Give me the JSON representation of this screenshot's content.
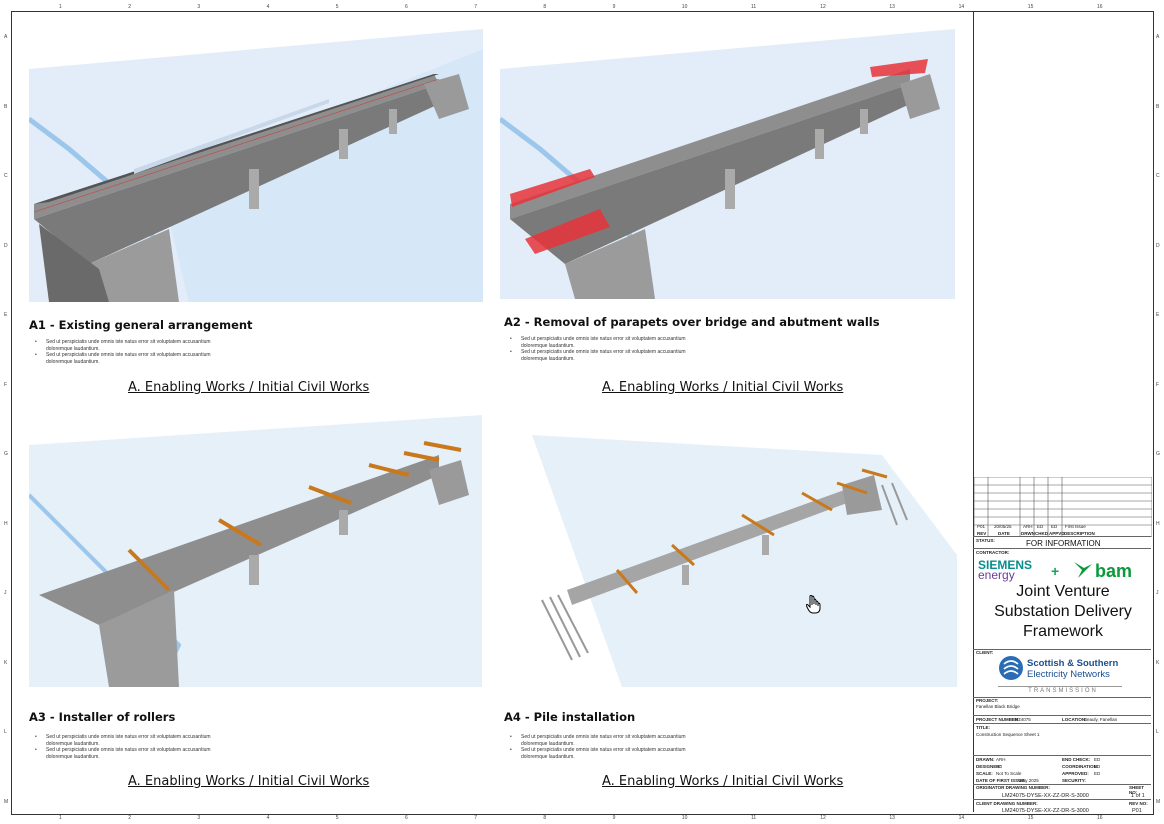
{
  "border": {
    "columns": [
      "1",
      "2",
      "3",
      "4",
      "5",
      "6",
      "7",
      "8",
      "9",
      "10",
      "11",
      "12",
      "13",
      "14",
      "15",
      "16"
    ],
    "rows": [
      "A",
      "B",
      "C",
      "D",
      "E",
      "F",
      "G",
      "H",
      "J",
      "K",
      "L",
      "M"
    ]
  },
  "panels": [
    {
      "title": "A1 - Existing general arrangement",
      "bullets": [
        "Sed ut perspiciatis unde omnis iste natus error sit voluptatem accusantium doloremque laudantium.",
        "Sed ut perspiciatis unde omnis iste natus error sit voluptatem accusantium doloremque laudantium."
      ],
      "section": "A. Enabling Works / Initial Civil Works"
    },
    {
      "title": "A2 - Removal of parapets over bridge and abutment walls",
      "bullets": [
        "Sed ut perspiciatis unde omnis iste natus error sit voluptatem accusantium doloremque laudantium.",
        "Sed ut perspiciatis unde omnis iste natus error sit voluptatem accusantium doloremque laudantium."
      ],
      "section": "A. Enabling Works / Initial Civil Works"
    },
    {
      "title": "A3 - Installer of rollers",
      "bullets": [
        "Sed ut perspiciatis unde omnis iste natus error sit voluptatem accusantium doloremque laudantium.",
        "Sed ut perspiciatis unde omnis iste natus error sit voluptatem accusantium doloremque laudantium."
      ],
      "section": "A. Enabling Works / Initial Civil Works"
    },
    {
      "title": "A4 - Pile installation",
      "bullets": [
        "Sed ut perspiciatis unde omnis iste natus error sit voluptatem accusantium doloremque laudantium.",
        "Sed ut perspiciatis unde omnis iste natus error sit voluptatem accusantium doloremque laudantium."
      ],
      "section": "A. Enabling Works / Initial Civil Works"
    }
  ],
  "title_block": {
    "rev_headers": [
      "REV",
      "DATE",
      "DRWN",
      "CHKD",
      "APPVD",
      "DESCRIPTION"
    ],
    "rev_row": [
      "P01",
      "20/05/25",
      "ARH",
      "ED",
      "ED",
      "First Issue"
    ],
    "status_label": "STATUS:",
    "status": "FOR INFORMATION",
    "contractor_label": "CONTRACTOR:",
    "siemens_line1": "SIEMENS",
    "siemens_line2": "energy",
    "plus": "+",
    "bam": "bam",
    "jv_line1": "Joint Venture",
    "jv_line2": "Substation Delivery",
    "jv_line3": "Framework",
    "client_label": "CLIENT:",
    "sse_line1": "Scottish & Southern",
    "sse_line2": "Electricity Networks",
    "sse_line3": "TRANSMISSION",
    "project_label": "PROJECT:",
    "project": "Fanellan Black Bridge",
    "project_number_label": "PROJECT NUMBER:",
    "project_number": "LM24075",
    "location_label": "LOCATION:",
    "location": "Beauly, Fanellan",
    "title_label": "TITLE:",
    "title": "Construction Sequence Sheet 1",
    "drawn_label": "DRAWN:",
    "drawn": "ARH",
    "designer_label": "DESIGNER:",
    "designer": "ED",
    "scale_label": "SCALE:",
    "scale": "Not To Scale",
    "date_label": "DATE OF FIRST ISSUE:",
    "date": "May 2025",
    "end_check_label": "END CHECK:",
    "end_check": "ED",
    "coordination_label": "COORDINATION:",
    "coordination": "ED",
    "approved_label": "APPROVED:",
    "approved": "ED",
    "security_label": "SECURITY:",
    "originator_label": "ORIGINATOR DRAWING NUMBER:",
    "originator": "LM24075-DYSE-XX-ZZ-DR-S-3000",
    "sheet_label": "SHEET NO:",
    "sheet": "1 of 1",
    "client_dwg_label": "CLIENT DRAWING NUMBER:",
    "client_dwg": "LM24075-DYSE-XX-ZZ-DR-S-3000",
    "rev_label": "REV NO:",
    "rev": "P01"
  },
  "colors": {
    "removal": "#e8323a",
    "roller": "#e8962a",
    "water": "#d6e8f8",
    "deck": "#9a9a9a"
  }
}
